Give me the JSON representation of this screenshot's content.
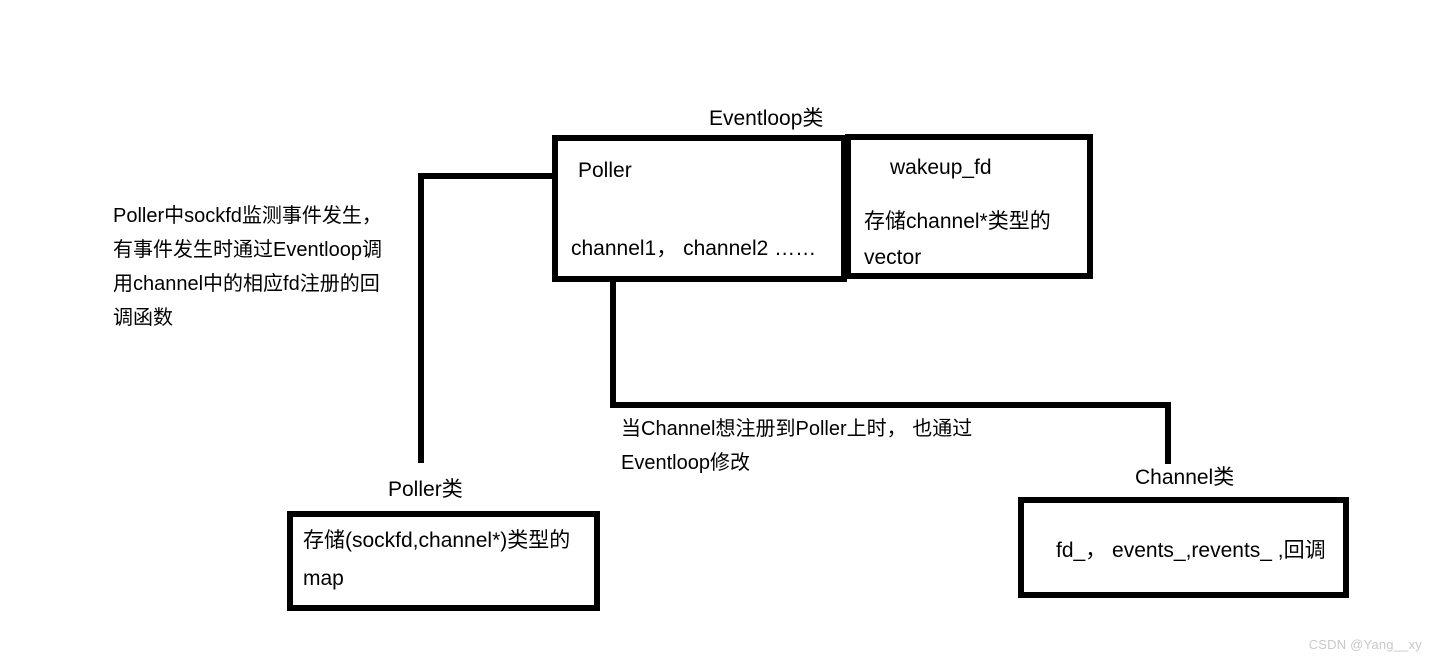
{
  "diagram": {
    "eventloop": {
      "title": "Eventloop类",
      "left_compartment": {
        "line1": "Poller",
        "line2": "channel1， channel2  ……"
      },
      "right_compartment": {
        "line1": "wakeup_fd",
        "line2": "存储channel*类型的",
        "line3": "vector"
      }
    },
    "poller_class": {
      "title": "Poller类",
      "line1": "存储(sockfd,channel*)类型的",
      "line2": "map"
    },
    "channel_class": {
      "title": "Channel类",
      "line1": "fd_， events_,revents_ ,回调"
    },
    "notes": {
      "left_note": [
        "Poller中sockfd监测事件发生，",
        "有事件发生时通过Eventloop调",
        "用channel中的相应fd注册的回",
        "调函数"
      ],
      "bottom_note": [
        "当Channel想注册到Poller上时， 也通过",
        "Eventloop修改"
      ]
    },
    "watermark": "CSDN @Yang__xy",
    "colors": {
      "stroke": "#000000",
      "background": "#ffffff",
      "watermark": "#c9c9c9"
    }
  }
}
